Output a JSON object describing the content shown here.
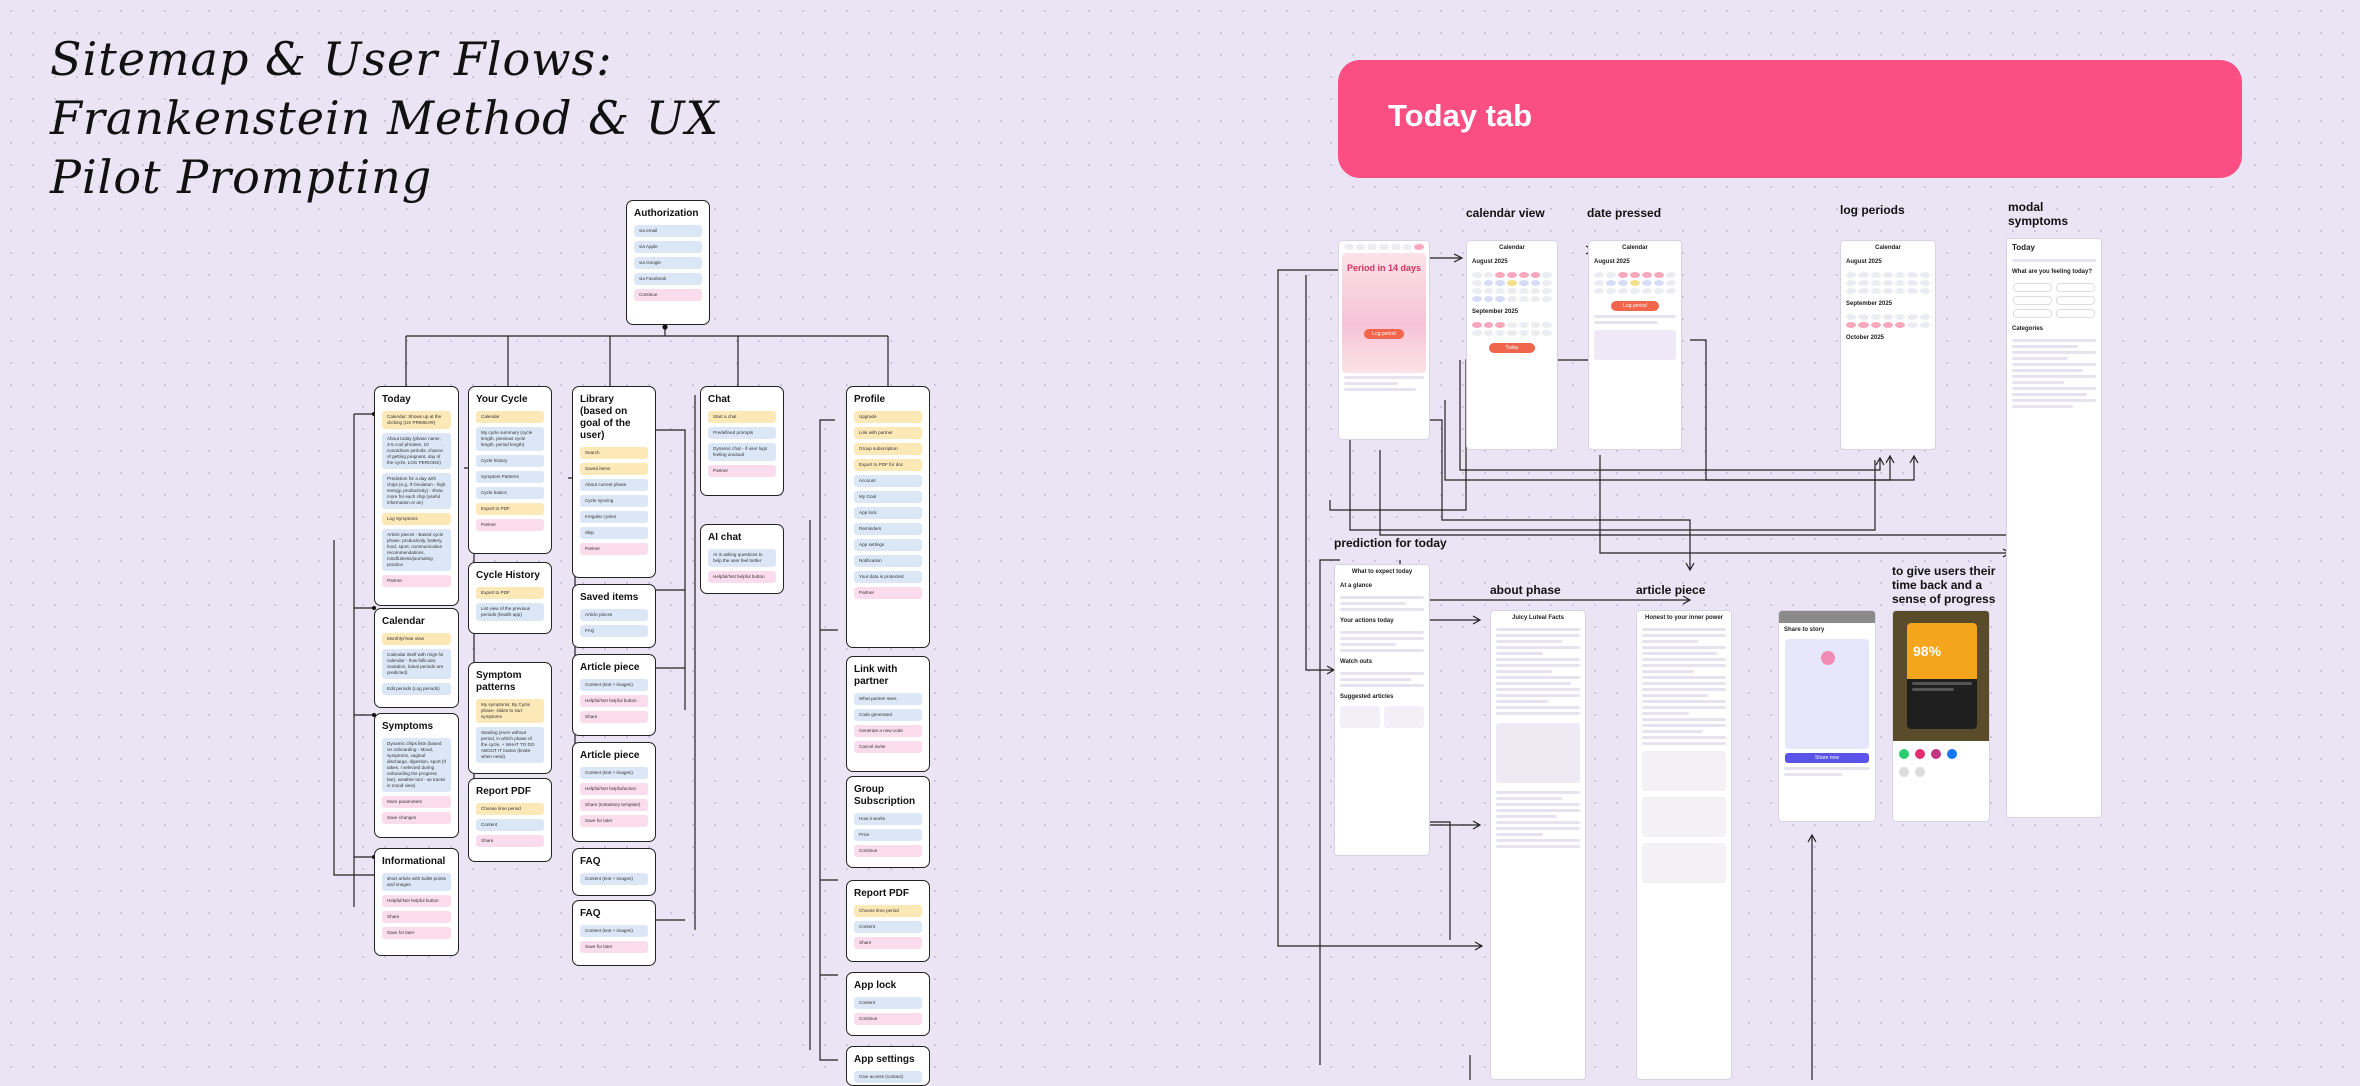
{
  "title": "Sitemap & User Flows: Frankenstein Method & UX Pilot Prompting",
  "banner": {
    "label": "Today tab",
    "color": "#fb4f84"
  },
  "sitemap": {
    "auth": {
      "title": "Authorization",
      "items": [
        "via email",
        "via Apple",
        "via Google",
        "via Facebook",
        "Continue"
      ]
    },
    "today": {
      "title": "Today",
      "items": [
        "Calendar: Shows up at the clicking (UX PRIMDAR)",
        "About today (phase name, 3-5 cool phrases, 10 countdown periods, chance of getting pregnant, day of the cycle, LOG PERIODS)",
        "Prediction for a day with chips (e.g. If Ovulation - high energy, productivity) - show more for each chip (useful information or an)",
        "Log Symptoms",
        "Article pieces - Based cycle phase: productivity, battery, food, sport, communication recommendations, mindfulness/journaling practice",
        "Partner"
      ]
    },
    "calendar": {
      "title": "Calendar",
      "items": [
        "Monthly/Year view",
        "Calendar itself with rings for calendar - how follicular, ovulation, luteal periods are predicted)",
        "Edit periods (Log periods)"
      ]
    },
    "symptoms": {
      "title": "Symptoms",
      "items": [
        "Dynamic chips lists (based on onboarding - Mood, symptoms, vaginal discharge, digestion, sport (If takes, I selected during onboarding the progress bar), weather tool - as tracks in mood view)",
        "More parameters",
        "Save changes"
      ]
    },
    "informational": {
      "title": "Informational",
      "items": [
        "short article with bullet points and images",
        "Helpful/Not helpful button",
        "Share",
        "Save for later"
      ]
    },
    "cycle": {
      "title": "Your Cycle",
      "items": [
        "Calendar",
        "My cycle summary (cycle length, previous cycle length, period length)",
        "Cycle history",
        "Symptom Patterns",
        "Cycle basics",
        "Export to PDF",
        "Partner"
      ]
    },
    "history": {
      "title": "Cycle History",
      "items": [
        "Export to PDF",
        "List view of the previous periods (health app)"
      ]
    },
    "patterns": {
      "title": "Symptom patterns",
      "items": [
        "My symptoms: By Cycle phase- slides to sort symptoms",
        "Stealing (even without period, in which phase of the cycle, + WHAT TO DO ABOUT IT button (brake when need)"
      ]
    },
    "report_left": {
      "title": "Report PDF",
      "items": [
        "Choose time period",
        "Content",
        "Share"
      ]
    },
    "library": {
      "title": "Library (based on goal of the user)",
      "items": [
        "Search",
        "Saved items",
        "About current phase",
        "Cycle syncing",
        "Irregular cycles",
        "Skip",
        "Partner"
      ]
    },
    "saved": {
      "title": "Saved items",
      "items": [
        "Article pieces",
        "FAQ"
      ]
    },
    "article1": {
      "title": "Article piece",
      "items": [
        "Content (text + images)",
        "Helpful/Not helpful button",
        "Share"
      ]
    },
    "article2": {
      "title": "Article piece",
      "items": [
        "Content (text + images)",
        "Helpful/Not helpful/action",
        "Share (Instastory template)",
        "Save for later"
      ]
    },
    "faq1": {
      "title": "FAQ",
      "items": [
        "Content (text + images)"
      ]
    },
    "faq2": {
      "title": "FAQ",
      "items": [
        "Content (text + images)",
        "Save for later"
      ]
    },
    "chat": {
      "title": "Chat",
      "items": [
        "Start a chat",
        "Predefined prompts",
        "Dynamic chat - if user logs feeling unusual",
        "Partner"
      ]
    },
    "aichat": {
      "title": "AI chat",
      "items": [
        "AI is asking questions to help the user feel better",
        "Helpful/Not helpful button"
      ]
    },
    "profile": {
      "title": "Profile",
      "items": [
        "Upgrade",
        "Link with partner",
        "Group subscription",
        "Export to PDF for doc",
        "Account",
        "My Goal",
        "App lock",
        "Reminders",
        "App settings",
        "Notification",
        "Your data is protected",
        "Partner"
      ]
    },
    "link": {
      "title": "Link with partner",
      "items": [
        "What partner sees",
        "Code generated",
        "Generate a new code",
        "Cancel invite"
      ]
    },
    "group": {
      "title": "Group Subscription",
      "items": [
        "How it works",
        "Price",
        "Continue"
      ]
    },
    "report_right": {
      "title": "Report PDF",
      "items": [
        "Choose time period",
        "Content",
        "Share"
      ]
    },
    "applock": {
      "title": "App lock",
      "items": [
        "Content",
        "Continue"
      ]
    },
    "appsettings": {
      "title": "App settings",
      "items": [
        "Give access (contact)"
      ]
    }
  },
  "flow": {
    "labels": {
      "calendar_view": "calendar view",
      "date_pressed": "date pressed",
      "log_periods": "log periods",
      "modal_symptoms": "modal symptoms",
      "prediction": "prediction for today",
      "about_phase": "about phase",
      "article_piece": "article piece",
      "progress": "to give users their time back and a sense of progress"
    },
    "screens": {
      "home_title": "Period in 14 days",
      "calendar_title": "Calendar",
      "month1": "August 2025",
      "month2": "September 2025",
      "month3": "October 2025",
      "prediction_title": "What to expect today",
      "prediction_glance": "At a glance",
      "prediction_actions": "Your actions today",
      "prediction_watch": "Watch outs",
      "prediction_articles": "Suggested articles",
      "about_title": "Juicy Luteal Facts",
      "article_title": "Honest to your inner power",
      "share_title": "Share to story",
      "share_button": "Share now",
      "progress_percent": "98%",
      "modal_title": "Today",
      "modal_question": "What are you feeling today?",
      "modal_categories": "Categories",
      "log_button": "Log period",
      "today_button": "Today"
    }
  }
}
